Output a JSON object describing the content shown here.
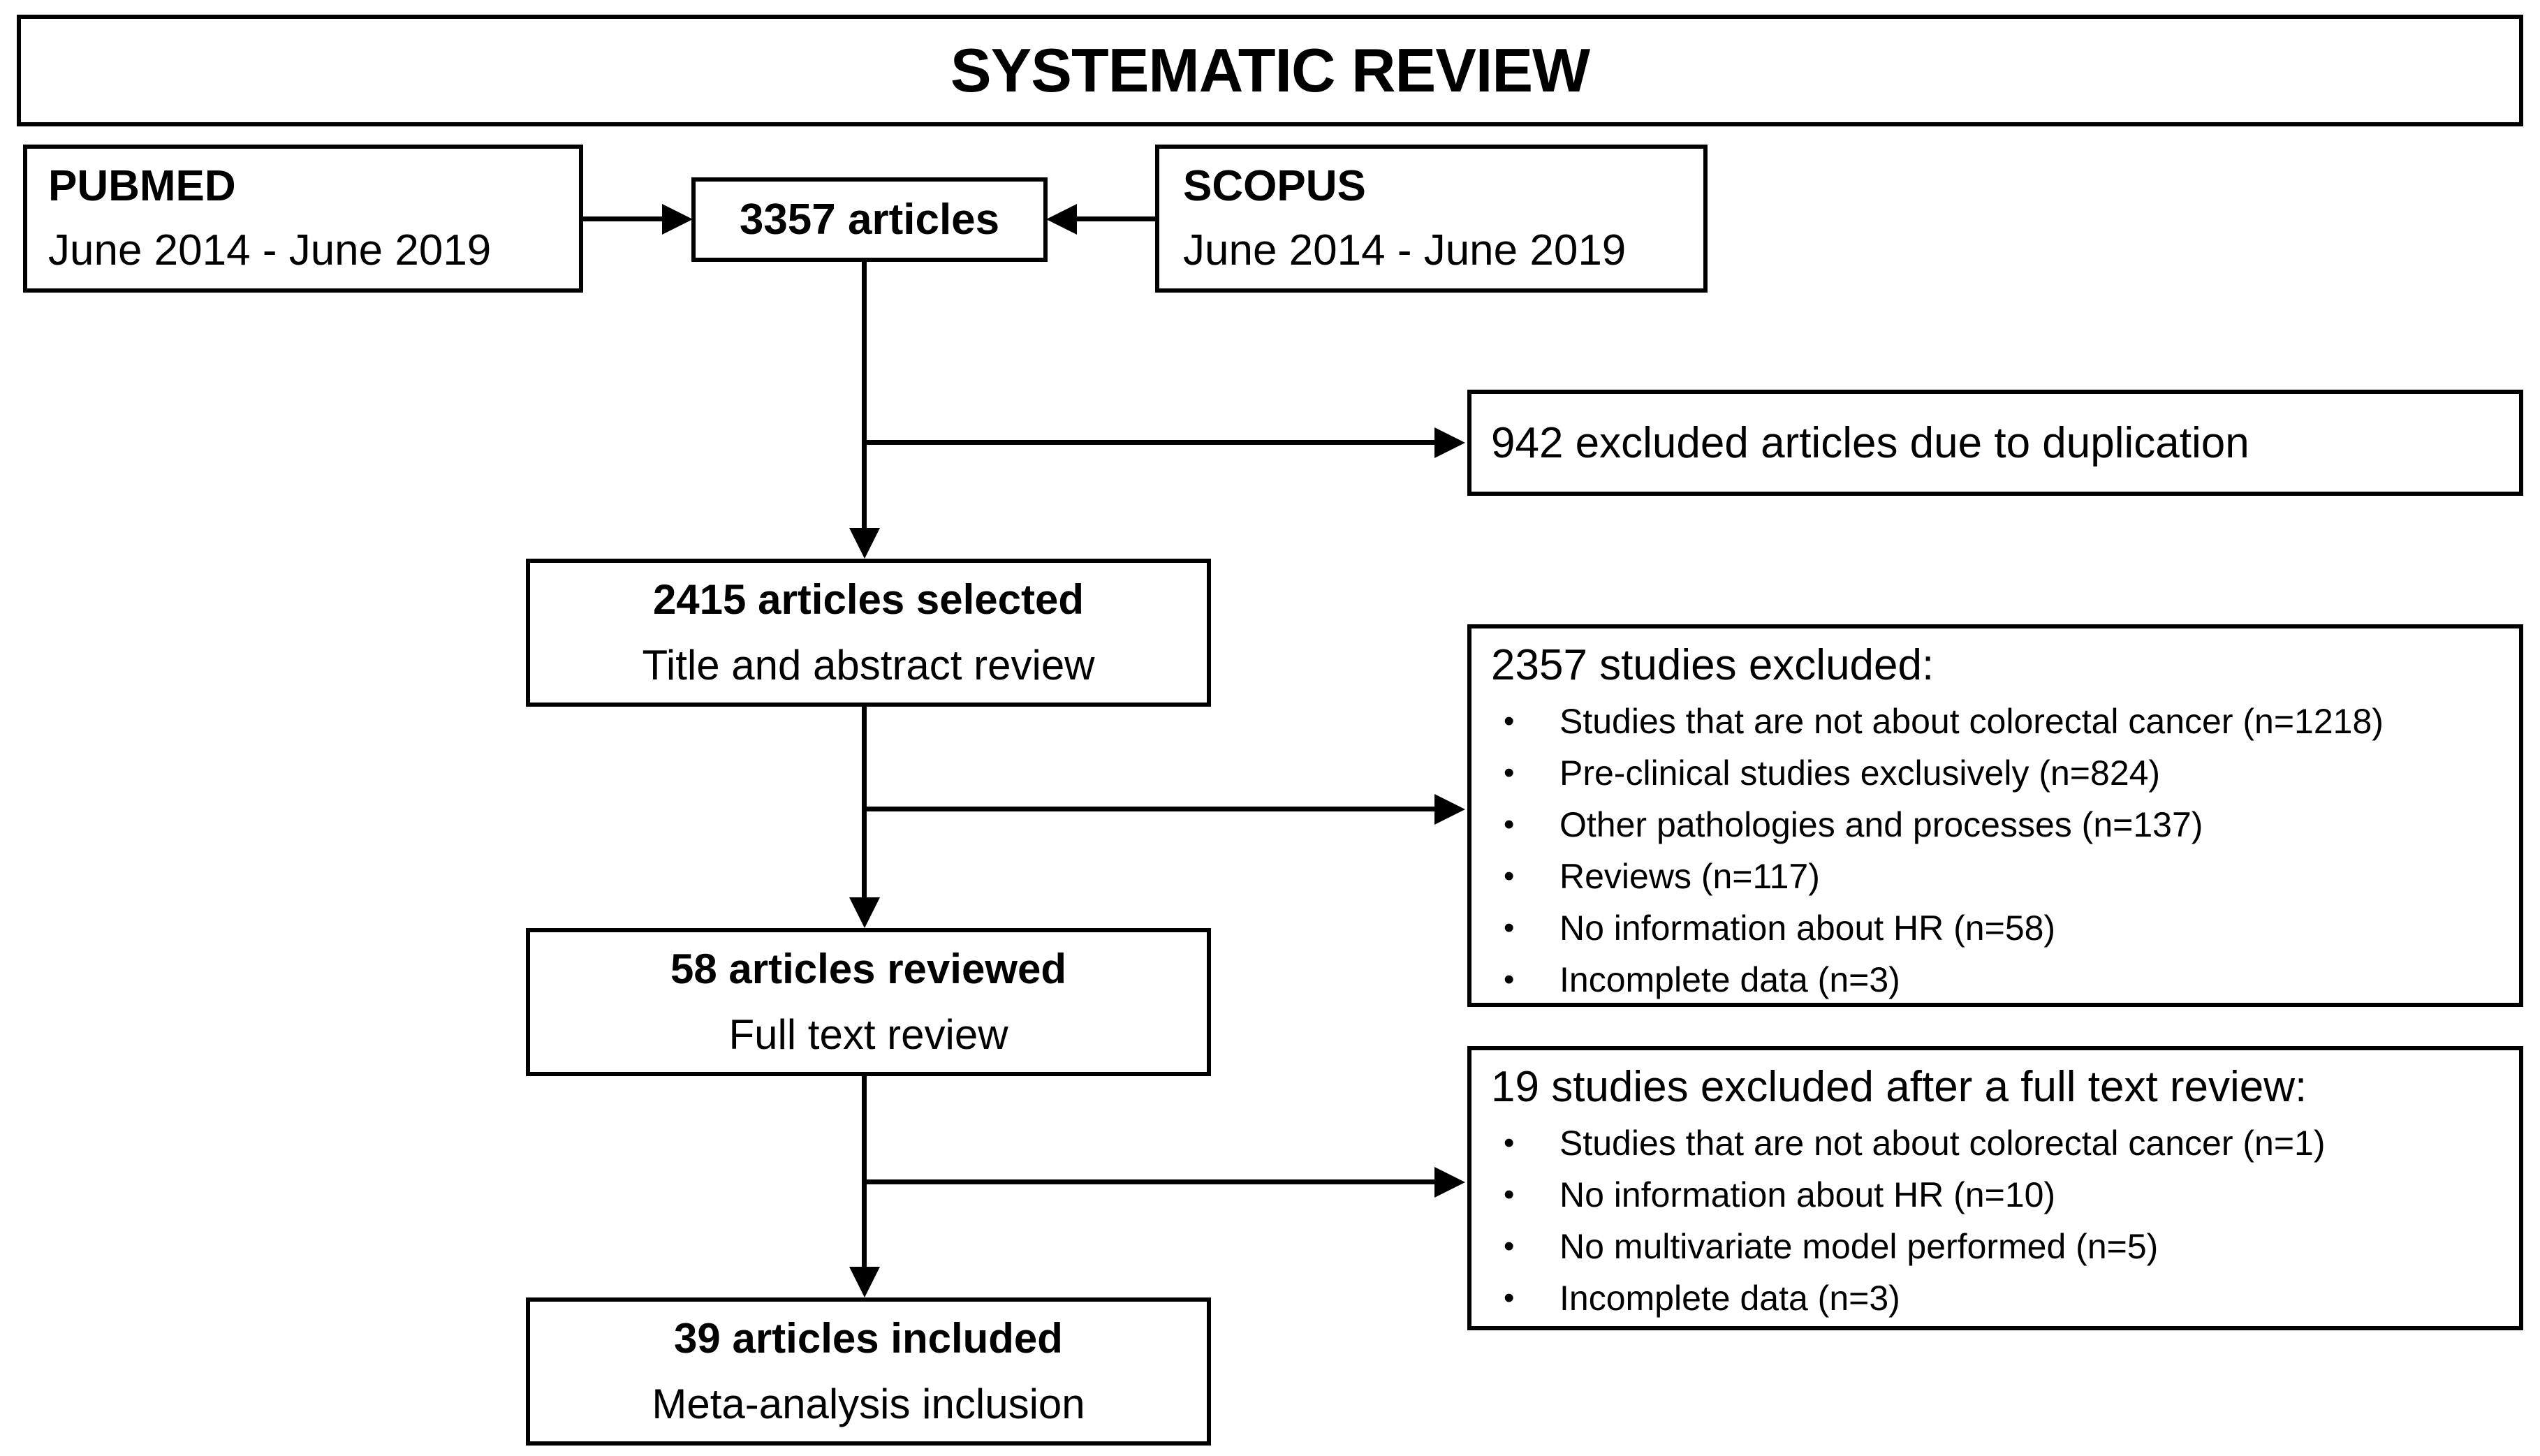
{
  "title": "SYSTEMATIC REVIEW",
  "bullet_char": "•",
  "colors": {
    "line": "#000000",
    "background": "#ffffff",
    "text": "#000000"
  },
  "sources": {
    "pubmed": {
      "name": "PUBMED",
      "date_range": "June 2014 - June 2019"
    },
    "scopus": {
      "name": "SCOPUS",
      "date_range": "June 2014 - June 2019"
    }
  },
  "flow": {
    "identified": "3357 articles",
    "duplicates_excluded": "942 excluded articles due to duplication",
    "abstract_review": {
      "headline": "2415 articles selected",
      "subtitle": "Title and abstract review"
    },
    "abstract_excluded": {
      "headline": "2357 studies excluded:",
      "items": [
        "Studies that are not about colorectal cancer (n=1218)",
        "Pre-clinical studies exclusively (n=824)",
        "Other pathologies and processes (n=137)",
        "Reviews (n=117)",
        "No information about HR (n=58)",
        "Incomplete data (n=3)"
      ]
    },
    "fulltext_review": {
      "headline": "58 articles reviewed",
      "subtitle": "Full text review"
    },
    "fulltext_excluded": {
      "headline": "19 studies excluded after a full text review:",
      "items": [
        "Studies that are not about colorectal cancer (n=1)",
        "No information about HR (n=10)",
        "No multivariate model performed (n=5)",
        "Incomplete data (n=3)"
      ]
    },
    "included": {
      "headline": "39 articles included",
      "subtitle": "Meta-analysis inclusion"
    }
  }
}
